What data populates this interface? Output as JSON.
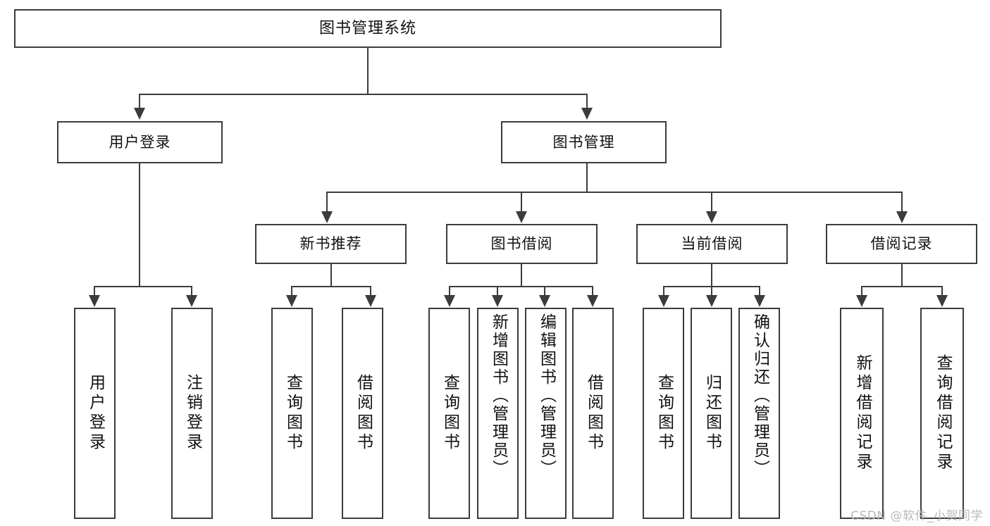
{
  "diagram": {
    "type": "tree",
    "title": "图书管理系统",
    "root": {
      "label": "图书管理系统"
    },
    "level2": [
      {
        "label": "用户登录"
      },
      {
        "label": "图书管理"
      }
    ],
    "level3": [
      {
        "label": "新书推荐"
      },
      {
        "label": "图书借阅"
      },
      {
        "label": "当前借阅"
      },
      {
        "label": "借阅记录"
      }
    ],
    "leaves": {
      "user_login": [
        {
          "label": "用户登录"
        },
        {
          "label": "注销登录"
        }
      ],
      "new_book_recommend": [
        {
          "label": "查询图书"
        },
        {
          "label": "借阅图书"
        }
      ],
      "book_borrow": [
        {
          "label": "查询图书"
        },
        {
          "label": "新增图书（管理员）"
        },
        {
          "label": "编辑图书（管理员）"
        },
        {
          "label": "借阅图书"
        }
      ],
      "current_borrow": [
        {
          "label": "查询图书"
        },
        {
          "label": "归还图书"
        },
        {
          "label": "确认归还（管理员）"
        }
      ],
      "borrow_record": [
        {
          "label": "新增借阅记录"
        },
        {
          "label": "查询借阅记录"
        }
      ]
    }
  },
  "watermark": {
    "text": "CSDN @软件_小贺同学"
  },
  "colors": {
    "stroke": "#3c3c3c",
    "fill": "#ffffff",
    "text": "#111111",
    "watermark": "#b9b9b9"
  }
}
